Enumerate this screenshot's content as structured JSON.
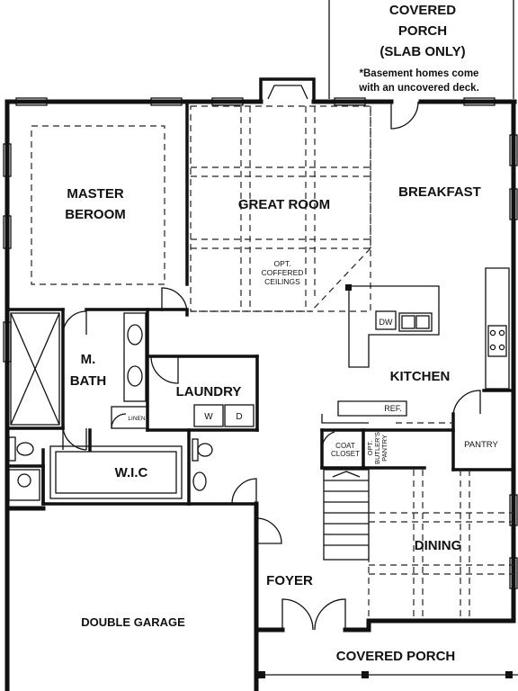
{
  "plan": {
    "covered_porch_rear": [
      "COVERED",
      "PORCH",
      "(SLAB ONLY)"
    ],
    "basement_note": [
      "*Basement homes come",
      "with an uncovered deck."
    ],
    "rooms": {
      "master_bedroom": [
        "MASTER",
        "BEROOM"
      ],
      "great_room": "GREAT ROOM",
      "breakfast": "BREAKFAST",
      "opt_coffered": [
        "OPT.",
        "COFFERED",
        "CEILINGS"
      ],
      "master_bath": [
        "M.",
        "BATH"
      ],
      "laundry": "LAUNDRY",
      "kitchen": "KITCHEN",
      "linen": "LINEN",
      "wic": "W.I.C",
      "coat_closet": [
        "COAT",
        "CLOSET"
      ],
      "butlers_pantry": [
        "OPT.",
        "BUTLER'S",
        "PANTRY"
      ],
      "pantry": "PANTRY",
      "dining": "DINING",
      "foyer": "FOYER",
      "double_garage": "DOUBLE GARAGE",
      "covered_porch_front": "COVERED PORCH"
    },
    "appliances": {
      "dw": "DW",
      "ref": "REF.",
      "washer": "W",
      "dryer": "D"
    }
  }
}
